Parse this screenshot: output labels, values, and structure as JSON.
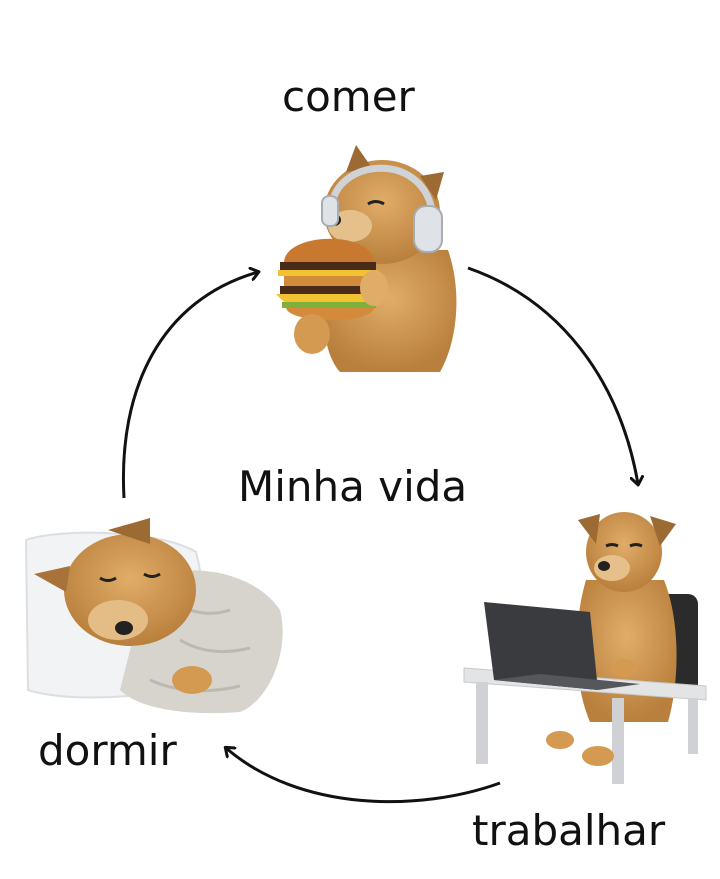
{
  "diagram": {
    "center_label": "Minha vida",
    "nodes": [
      {
        "id": "comer",
        "label": "comer",
        "picture": "dog-eating-burger-with-headphones"
      },
      {
        "id": "trabalhar",
        "label": "trabalhar",
        "picture": "dog-working-on-laptop"
      },
      {
        "id": "dormir",
        "label": "dormir",
        "picture": "dog-sleeping-under-blanket"
      }
    ],
    "edges": [
      {
        "from": "comer",
        "to": "trabalhar"
      },
      {
        "from": "trabalhar",
        "to": "dormir"
      },
      {
        "from": "dormir",
        "to": "comer"
      }
    ],
    "colors": {
      "text": "#111111",
      "arrow": "#111111",
      "dog_fur": "#c9954e"
    }
  }
}
